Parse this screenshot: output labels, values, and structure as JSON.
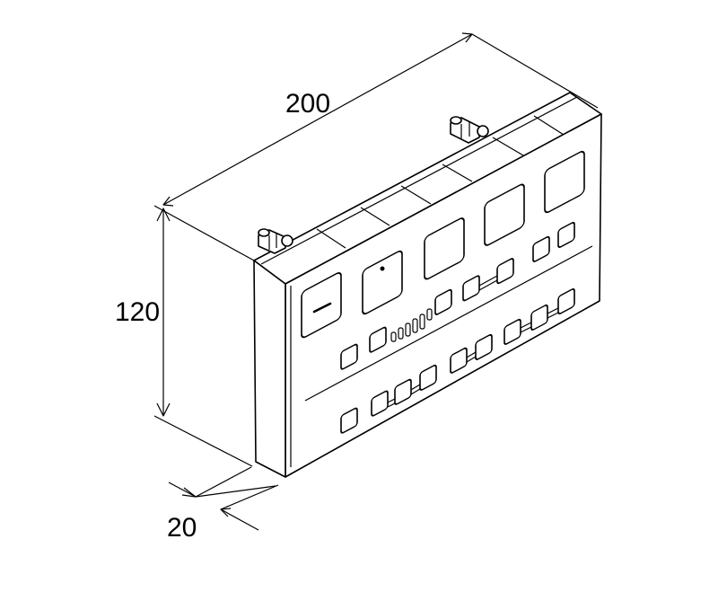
{
  "dimensions": {
    "width": "200",
    "height": "120",
    "depth": "20"
  },
  "colors": {
    "line": "#000000",
    "background": "#ffffff"
  }
}
